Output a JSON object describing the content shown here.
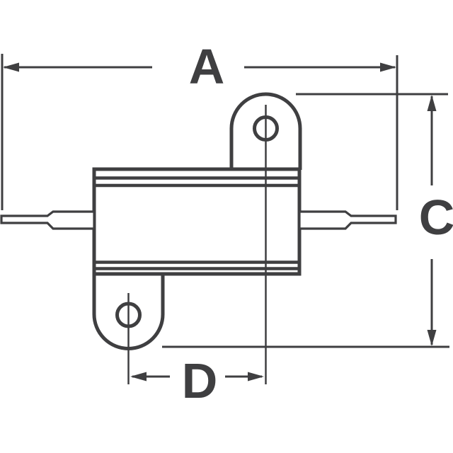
{
  "labels": {
    "a": "A",
    "c": "C",
    "d": "D"
  },
  "colors": {
    "line": "#3f3f41",
    "background": "#ffffff"
  }
}
